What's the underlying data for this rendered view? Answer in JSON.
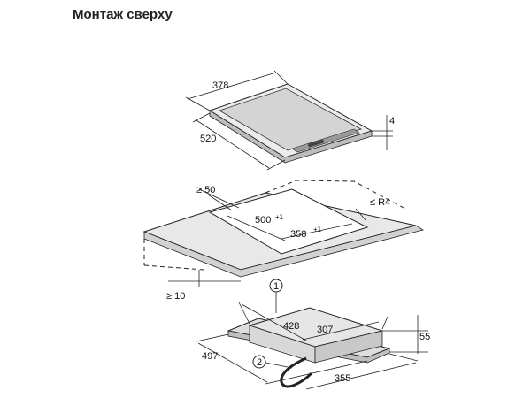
{
  "title": "Монтаж сверху",
  "hob": {
    "width": "378",
    "depth": "520",
    "thickness": "4"
  },
  "cutout": {
    "min_gap": "≥ 50",
    "radius": "≤ R4",
    "depth": "500",
    "depth_tol": "+1",
    "width": "358",
    "width_tol": "+1",
    "min_under": "≥ 10"
  },
  "unit": {
    "marker_1": "1",
    "marker_2": "2",
    "top_depth": "428",
    "top_width": "307",
    "height": "55",
    "depth": "497",
    "width": "355"
  },
  "colors": {
    "hob_glass": "#d4d4d4",
    "hob_frame": "#ececec",
    "countertop": "#e8e8e8",
    "unit_body": "#e6e6e6",
    "cable": "#222222"
  }
}
